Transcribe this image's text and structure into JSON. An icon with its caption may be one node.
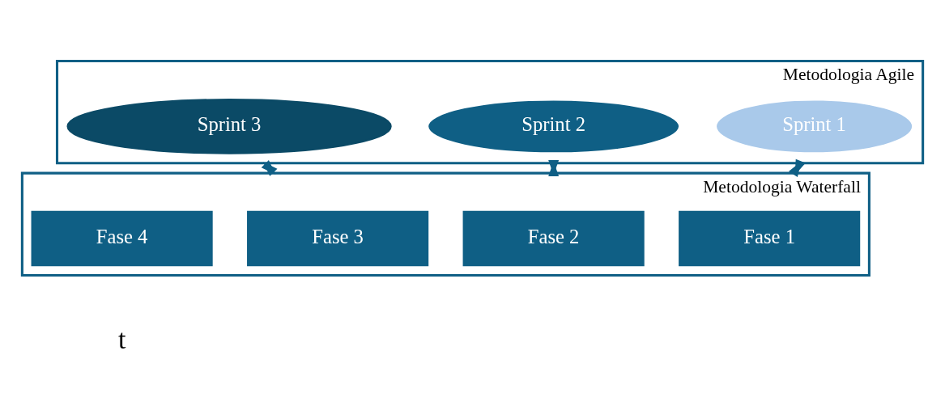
{
  "diagram": {
    "nodes": [
      {
        "text": [
          "Metodologia Agile"
        ]
      },
      {
        "text": [
          "Sprint 1"
        ],
        "in": 0
      },
      {
        "text": [
          "Sprint 2"
        ],
        "in": 0
      },
      {
        "text": [
          "Sprint 3"
        ],
        "in": 0
      },
      {
        "text": [
          "Metodologia Waterfall"
        ]
      },
      {
        "text": [
          "Fase 1"
        ],
        "in": 4
      },
      {
        "text": [
          "Fase 2"
        ],
        "in": 4
      },
      {
        "text": [
          "Fase 3"
        ],
        "in": 4
      },
      {
        "text": [
          "Fase 4"
        ],
        "in": 4
      }
    ],
    "edges": [
      {
        "from": 0,
        "to": 4,
        "arrow": "both"
      },
      {
        "from": 0,
        "to": 4,
        "arrow": "both"
      },
      {
        "from": 0,
        "to": 4,
        "arrow": "both"
      }
    ],
    "labels": [
      "t"
    ]
  }
}
